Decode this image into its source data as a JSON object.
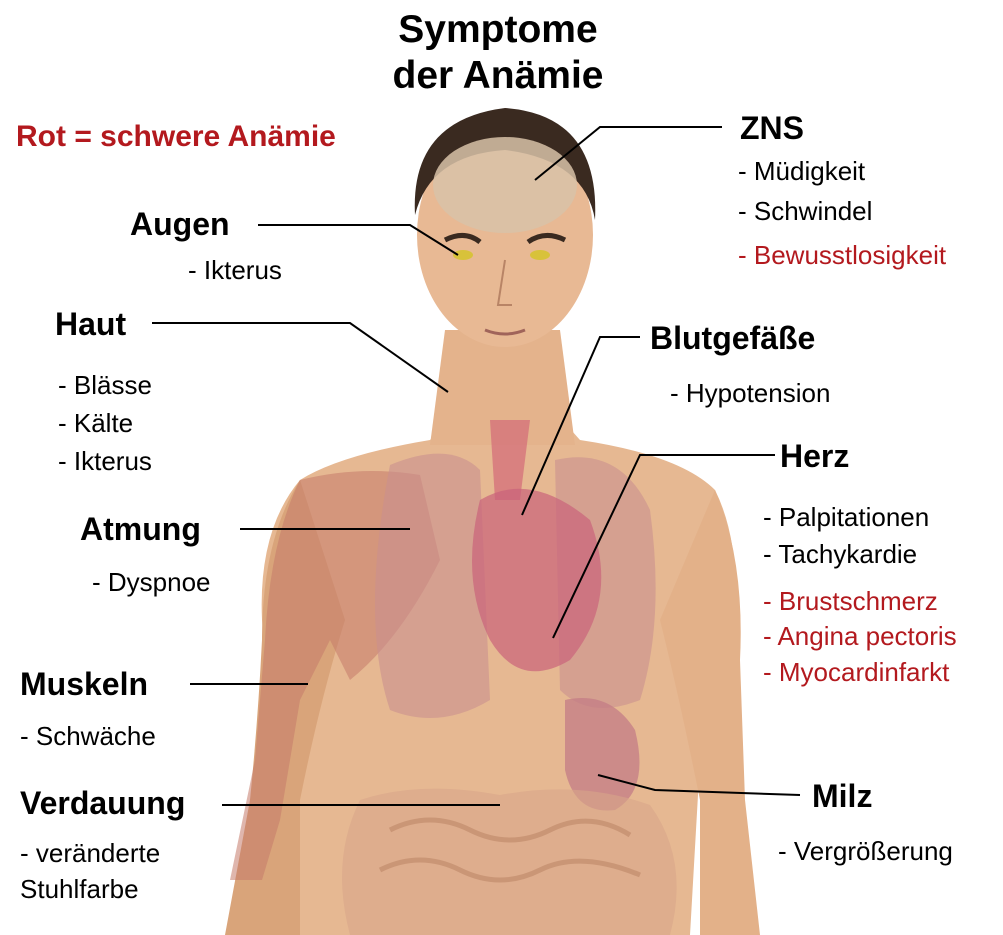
{
  "title_line1": "Symptome",
  "title_line2": "der Anämie",
  "legend": "Rot = schwere Anämie",
  "colors": {
    "red": "#b3191e",
    "black": "#000000",
    "skin": "#e9bd98"
  },
  "groups": {
    "zns": {
      "heading": "ZNS",
      "items": [
        "- Müdigkeit",
        "- Schwindel",
        "- Bewusstlosigkeit"
      ],
      "severe": [
        false,
        false,
        true
      ]
    },
    "augen": {
      "heading": "Augen",
      "items": [
        "- Ikterus"
      ],
      "severe": [
        false
      ]
    },
    "haut": {
      "heading": "Haut",
      "items": [
        "- Blässe",
        "- Kälte",
        "- Ikterus"
      ],
      "severe": [
        false,
        false,
        false
      ]
    },
    "blutgefaesse": {
      "heading": "Blutgefäße",
      "items": [
        "- Hypotension"
      ],
      "severe": [
        false
      ]
    },
    "herz": {
      "heading": "Herz",
      "items": [
        "- Palpitationen",
        "- Tachykardie",
        "- Brustschmerz",
        "- Angina pectoris",
        "- Myocardinfarkt"
      ],
      "severe": [
        false,
        false,
        true,
        true,
        true
      ]
    },
    "atmung": {
      "heading": "Atmung",
      "items": [
        "- Dyspnoe"
      ],
      "severe": [
        false
      ]
    },
    "muskeln": {
      "heading": "Muskeln",
      "items": [
        "- Schwäche"
      ],
      "severe": [
        false
      ]
    },
    "verdauung": {
      "heading": "Verdauung",
      "items": [
        "- veränderte",
        "Stuhlfarbe"
      ],
      "severe": [
        false,
        false
      ]
    },
    "milz": {
      "heading": "Milz",
      "items": [
        "- Vergrößerung"
      ],
      "severe": [
        false
      ]
    }
  }
}
